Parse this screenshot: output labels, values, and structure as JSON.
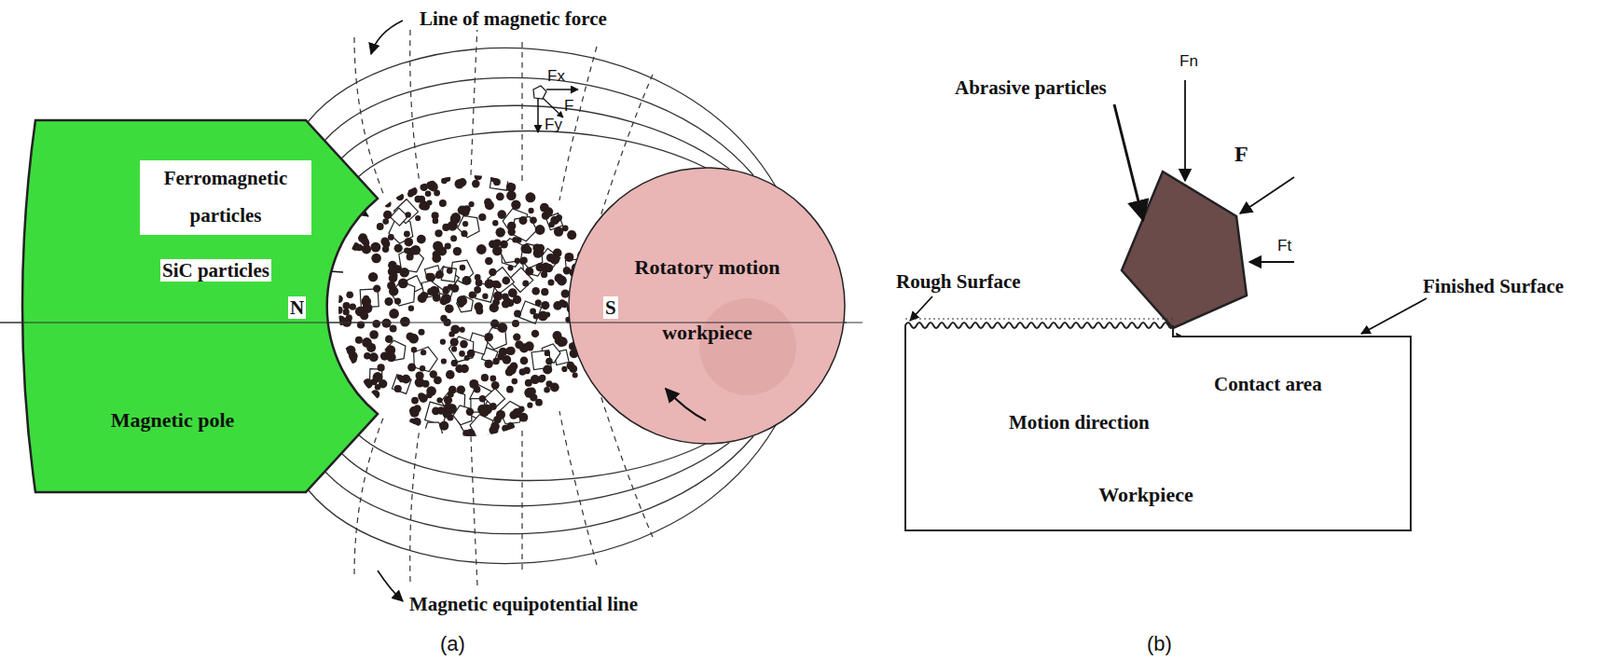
{
  "diagram": {
    "nodes": [
      {
        "text": [
          "Magnetic pole"
        ]
      },
      {
        "text": [
          "Rotatory motion workpiece"
        ]
      },
      {
        "text": [
          "Workpiece"
        ]
      }
    ],
    "labels": [
      "Line of magnetic force",
      "Ferromagnetic particles",
      "SiC particles",
      "N",
      "S",
      "Fx",
      "F",
      "Fy",
      "Magnetic equipotential line",
      "(a)",
      "Abrasive particles",
      "Fn",
      "F",
      "Ft",
      "Rough Surface",
      "Finished Surface",
      "Contact area",
      "Motion direction",
      "(b)"
    ]
  }
}
